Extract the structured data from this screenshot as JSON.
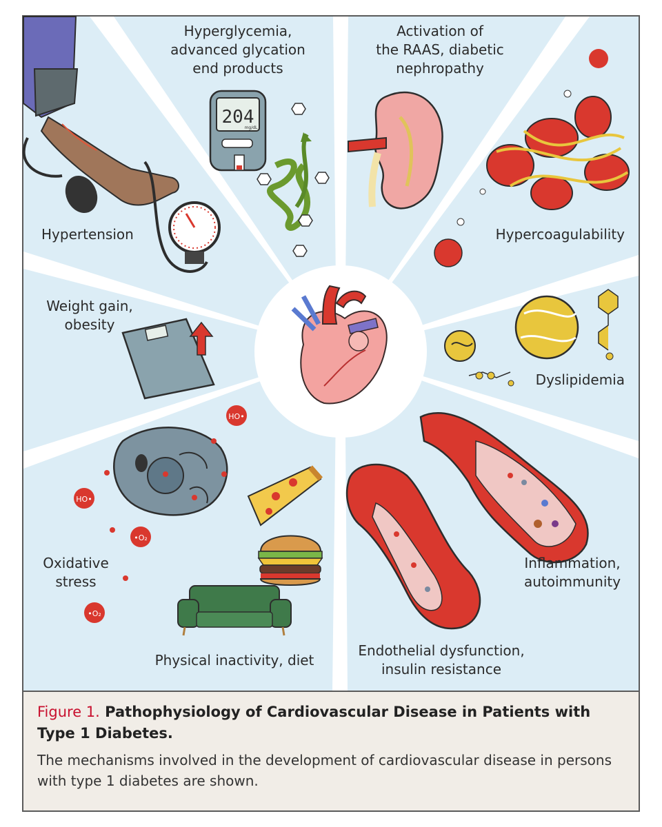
{
  "labels": {
    "hyperglycemia": "Hyperglycemia,\nadvanced glycation\nend products",
    "raas": "Activation of\nthe RAAS, diabetic\nnephropathy",
    "hypertension": "Hypertension",
    "hypercoagulability": "Hypercoagulability",
    "weight": "Weight gain,\nobesity",
    "dyslipidemia": "Dyslipidemia",
    "oxidative": "Oxidative\nstress",
    "inflammation": "Inflammation,\nautoimmunity",
    "inactivity": "Physical inactivity, diet",
    "endothelial": "Endothelial dysfunction,\ninsulin resistance"
  },
  "glucometer_reading": "204",
  "glucometer_unit": "mg/dL",
  "radical_ho": "HO•",
  "radical_o2": "•O₂",
  "caption": {
    "figure_number": "Figure 1.",
    "title": "Pathophysiology of Cardiovascular Disease in Patients with Type 1 Diabetes.",
    "body": "The mechanisms involved in the development of cardiovascular disease in persons with type 1 diabetes are shown."
  },
  "colors": {
    "panel_bg": "#dcedf6",
    "ray": "#ffffff",
    "red": "#d9382e",
    "yellow": "#e8c63d",
    "caption_red": "#c8102e"
  }
}
